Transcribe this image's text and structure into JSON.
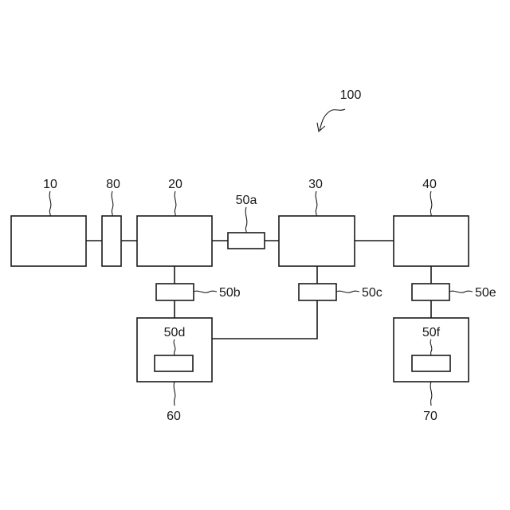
{
  "diagram": {
    "ref_main": "100",
    "labels": {
      "b10": "10",
      "b80": "80",
      "b20": "20",
      "b50a": "50a",
      "b30": "30",
      "b40": "40",
      "b50b": "50b",
      "b50c": "50c",
      "b50e": "50e",
      "b50d": "50d",
      "b50f": "50f",
      "b60": "60",
      "b70": "70"
    }
  }
}
